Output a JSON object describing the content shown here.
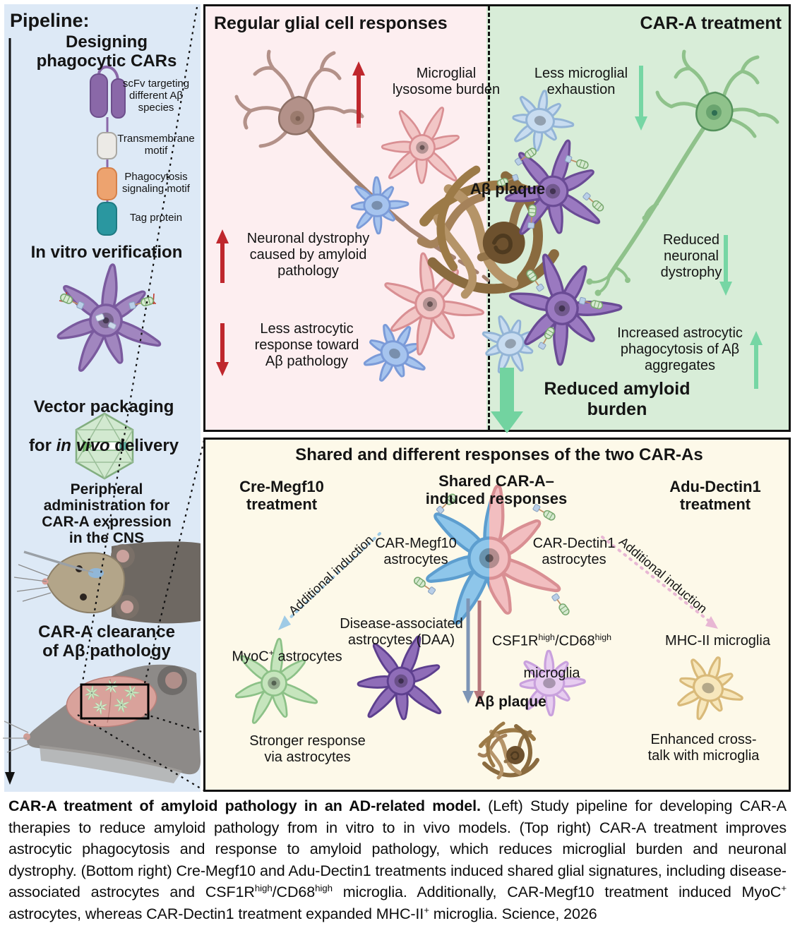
{
  "colors": {
    "pipeline_bg": "#dde9f6",
    "untreated_bg": "#fdeef0",
    "treated_bg": "#d8edd8",
    "bottom_bg": "#fdf9e9",
    "red_arrow": "#bf272d",
    "green_arrow": "#76d6a4",
    "scfv_purple": "#8a68a8",
    "transmembrane_gray": "#eceae6",
    "phagocytosis_orange": "#eda36f",
    "tag_teal": "#2a97a0",
    "plaque_brown": "#9c7a47",
    "megf10_blue": "#8ec6ea",
    "dectin1_pink": "#f2bec0"
  },
  "pipeline": {
    "title": "Pipeline:",
    "step_design": "Designing\nphagocytic CARs",
    "car_construct": {
      "scfv": "scFv targeting\ndifferent Aβ species",
      "transmembrane": "Transmembrane\nmotif",
      "phagocytosis": "Phagocytosis\nsignaling motif",
      "tag": "Tag protein"
    },
    "step_invitro": "In vitro verification",
    "step_vector_line1": "Vector packaging",
    "step_vector_pre": "for ",
    "step_vector_italic": "in vivo",
    "step_vector_post": " delivery",
    "step_peripheral": "Peripheral\nadministration for\nCAR-A expression\nin the CNS",
    "step_clearance": "CAR-A clearance\nof Aβ pathology"
  },
  "top_panel": {
    "left_title": "Regular glial cell responses",
    "right_title": "CAR-A treatment",
    "microglial_burden": "Microglial\nlysosome burden",
    "less_exhaustion": "Less microglial\nexhaustion",
    "neuronal_dystrophy": "Neuronal dystrophy\ncaused by amyloid\npathology",
    "less_astrocytic": "Less astrocytic\nresponse toward\nAβ pathology",
    "plaque_label": "Aβ plaque",
    "reduced_dystrophy": "Reduced\nneuronal\ndystrophy",
    "increased_phagocytosis": "Increased astrocytic\nphagocytosis of Aβ\naggregates",
    "reduced_burden": "Reduced amyloid\nburden"
  },
  "bottom_panel": {
    "title": "Shared and different responses of the two CAR-As",
    "left_treatment": "Cre-Megf10\ntreatment",
    "shared_title": "Shared CAR-A–\ninduced responses",
    "right_treatment": "Adu-Dectin1\ntreatment",
    "car_megf10": "CAR-Megf10\nastrocytes",
    "car_dectin1": "CAR-Dectin1\nastrocytes",
    "additional_induction_left": "Additional induction",
    "additional_induction_right": "Additional induction",
    "myoc": {
      "pre": "MyoC",
      "sup": "+",
      "post": " astrocytes"
    },
    "daa": "Disease-associated\nastrocytes (DAA)",
    "csf1r": {
      "p1": "CSF1R",
      "sup1": "high",
      "p2": "/CD68",
      "sup2": "high",
      "line2": "microglia"
    },
    "mhc": "MHC-II microglia",
    "plaque_label": "Aβ plaque",
    "stronger_response": "Stronger response\nvia astrocytes",
    "enhanced_crosstalk": "Enhanced cross-\ntalk with microglia"
  },
  "caption": {
    "bold": "CAR-A treatment of amyloid pathology in an AD-related model.",
    "p1": " (Left) Study pipeline for developing CAR-A therapies to reduce amyloid pathology from in vitro to in vivo models. (Top right) CAR-A treatment improves astrocytic phagocytosis and response to amyloid pathology, which reduces microglial burden and neuronal dystrophy. (Bottom right) Cre-Megf10 and Adu-Dectin1 treatments induced shared glial signatures, including disease-associated astrocytes and CSF1R",
    "sup1": "high",
    "p2": "/CD68",
    "sup2": "high",
    "p3": " microglia. Additionally, CAR-Megf10 treatment induced MyoC",
    "sup3": "+",
    "p4": " astrocytes, whereas CAR-Dectin1 treatment expanded MHC-II",
    "sup4": "+",
    "p5": " microglia. Science, 2026"
  }
}
